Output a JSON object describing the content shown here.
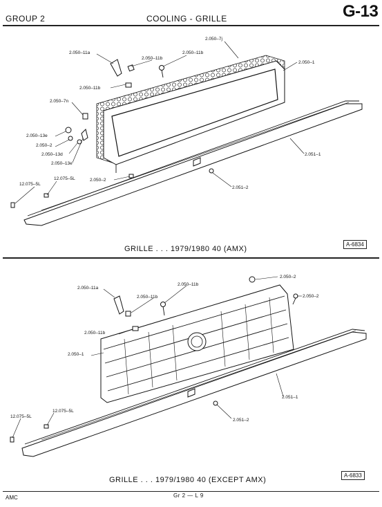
{
  "header": {
    "group": "GROUP 2",
    "section": "COOLING - GRILLE",
    "page_code": "G-13"
  },
  "diagram_top": {
    "caption": "GRILLE . . . 1979/1980  40 (AMX)",
    "ref": "A-6834",
    "callouts": [
      {
        "id": "c1",
        "text": "2.050–11a"
      },
      {
        "id": "c2",
        "text": "2.050–11b"
      },
      {
        "id": "c3",
        "text": "2.050–11b"
      },
      {
        "id": "c4",
        "text": "2.050–7j"
      },
      {
        "id": "c5",
        "text": "2.050–1"
      },
      {
        "id": "c6",
        "text": "2.050–11b"
      },
      {
        "id": "c7",
        "text": "2.050–7n"
      },
      {
        "id": "c8",
        "text": "2.050–13e"
      },
      {
        "id": "c9",
        "text": "2.050–2"
      },
      {
        "id": "c10",
        "text": "2.050–13d"
      },
      {
        "id": "c11",
        "text": "2.050–13e"
      },
      {
        "id": "c12",
        "text": "2.051–1"
      },
      {
        "id": "c13",
        "text": "12.075–5L"
      },
      {
        "id": "c14",
        "text": "12.075–5L"
      },
      {
        "id": "c15",
        "text": "2.050–2"
      },
      {
        "id": "c16",
        "text": "2.051–2"
      }
    ]
  },
  "diagram_bottom": {
    "caption": "GRILLE . . . 1979/1980  40 (EXCEPT AMX)",
    "ref": "A-6833",
    "callouts": [
      {
        "id": "d1",
        "text": "2.050–11a"
      },
      {
        "id": "d2",
        "text": "2.050–11b"
      },
      {
        "id": "d3",
        "text": "2.050–11b"
      },
      {
        "id": "d4",
        "text": "2.050–2"
      },
      {
        "id": "d5",
        "text": "2.050–2"
      },
      {
        "id": "d6",
        "text": "2.050–11b"
      },
      {
        "id": "d7",
        "text": "2.050–1"
      },
      {
        "id": "d8",
        "text": "2.051–1"
      },
      {
        "id": "d9",
        "text": "12.075–5L"
      },
      {
        "id": "d10",
        "text": "12.075–5L"
      },
      {
        "id": "d11",
        "text": "2.051–2"
      }
    ]
  },
  "footer": {
    "left": "AMC",
    "center": "Gr 2 — L 9"
  }
}
